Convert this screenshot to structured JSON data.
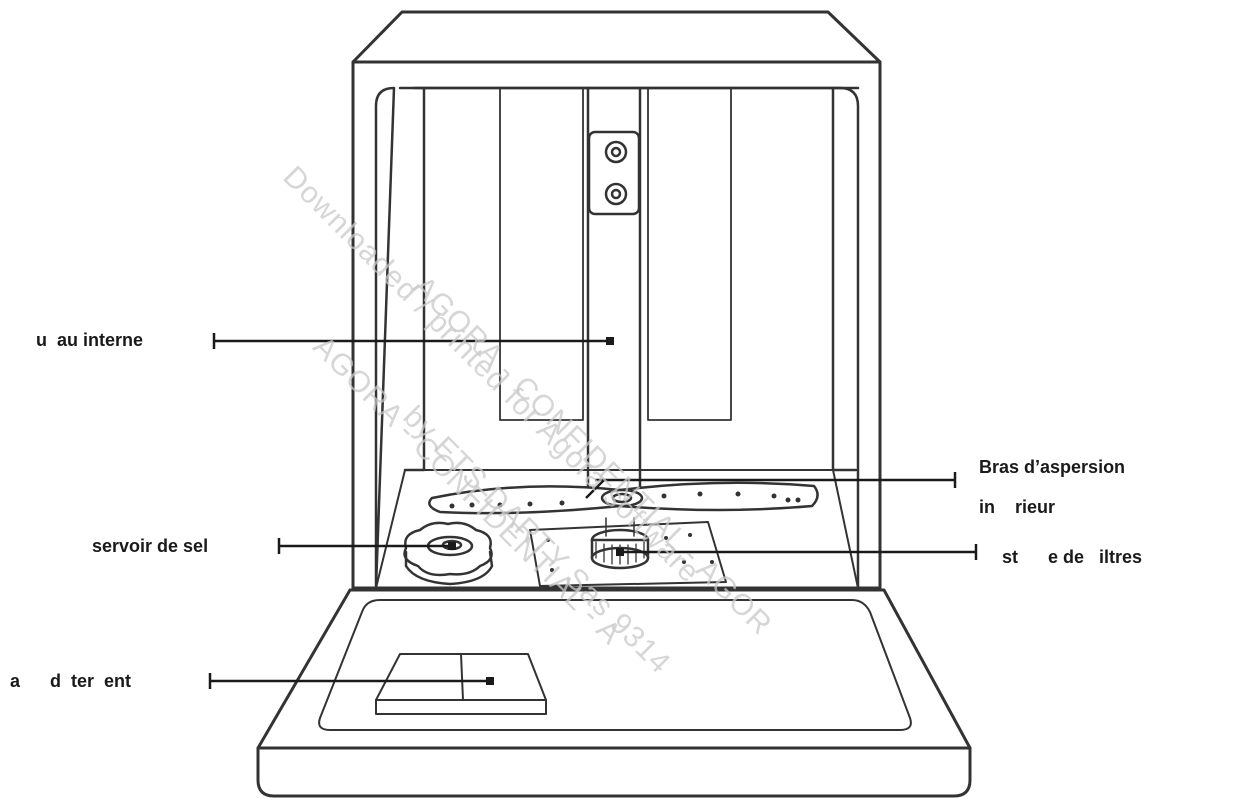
{
  "colors": {
    "stroke": "#333333",
    "text": "#1a1a1a",
    "watermark": "#c9c9c9",
    "background": "#ffffff"
  },
  "labels": {
    "inner_pipe": "u  au interne",
    "lower_spray_arm_line1": "Bras d’aspersion",
    "lower_spray_arm_line2": "in    rieur",
    "salt_reservoir": "servoir de sel",
    "filter_assembly": "st      e de   iltres",
    "detergent_dispenser": "a      d  ter  ent"
  },
  "watermarks": {
    "line1": "Downloaded / printed for Agora software",
    "line2": "AGORA - CONFIDENTIAL - AGOR",
    "line3": "by ETS DARTY Sas 9314",
    "line4": "AGORA - CONFIDENTIAL - A"
  }
}
